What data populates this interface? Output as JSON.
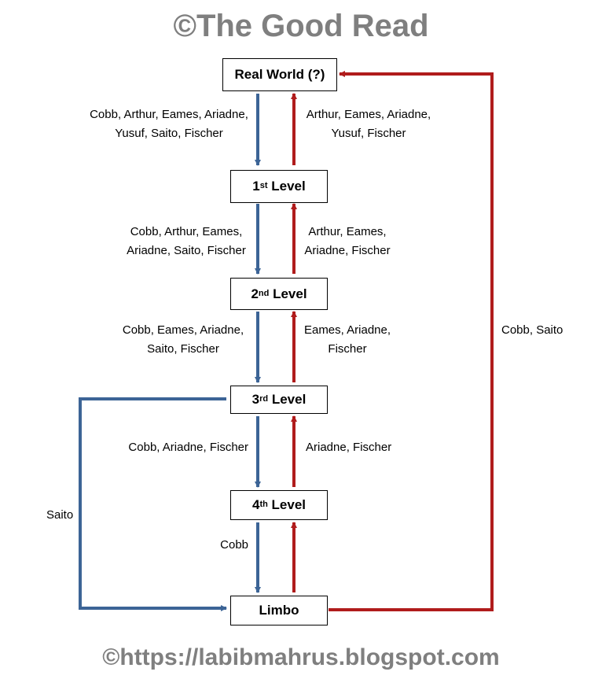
{
  "header": {
    "watermark_top": "©The Good Read"
  },
  "footer": {
    "watermark_bottom": "©https://labibmahrus.blogspot.com"
  },
  "nodes": {
    "real_world": {
      "label": "Real World (?)"
    },
    "level1": {
      "prefix": "1",
      "sup": "st",
      "suffix": " Level"
    },
    "level2": {
      "prefix": "2",
      "sup": "nd",
      "suffix": " Level"
    },
    "level3": {
      "prefix": "3",
      "sup": "rd",
      "suffix": " Level"
    },
    "level4": {
      "prefix": "4",
      "sup": "th",
      "suffix": " Level"
    },
    "limbo": {
      "label": "Limbo"
    }
  },
  "edges": {
    "down_rw_l1": [
      "Cobb, Arthur, Eames, Ariadne,",
      "Yusuf, Saito, Fischer"
    ],
    "up_l1_rw": [
      "Arthur, Eames, Ariadne,",
      "Yusuf, Fischer"
    ],
    "down_l1_l2": [
      "Cobb, Arthur, Eames,",
      "Ariadne, Saito, Fischer"
    ],
    "up_l2_l1": [
      "Arthur, Eames,",
      "Ariadne, Fischer"
    ],
    "down_l2_l3": [
      "Cobb, Eames, Ariadne,",
      "Saito, Fischer"
    ],
    "up_l3_l2": [
      "Eames, Ariadne,",
      "Fischer"
    ],
    "down_l3_l4": [
      "Cobb, Ariadne, Fischer"
    ],
    "up_l4_l3": [
      "Ariadne, Fischer"
    ],
    "down_l4_limbo": [
      "Cobb"
    ],
    "l3_to_limbo": [
      "Saito"
    ],
    "limbo_to_rw": [
      "Cobb, Saito"
    ]
  },
  "colors": {
    "down_arrow": "#3c6496",
    "up_arrow": "#b01c1c",
    "watermark": "#7f7f7f"
  }
}
